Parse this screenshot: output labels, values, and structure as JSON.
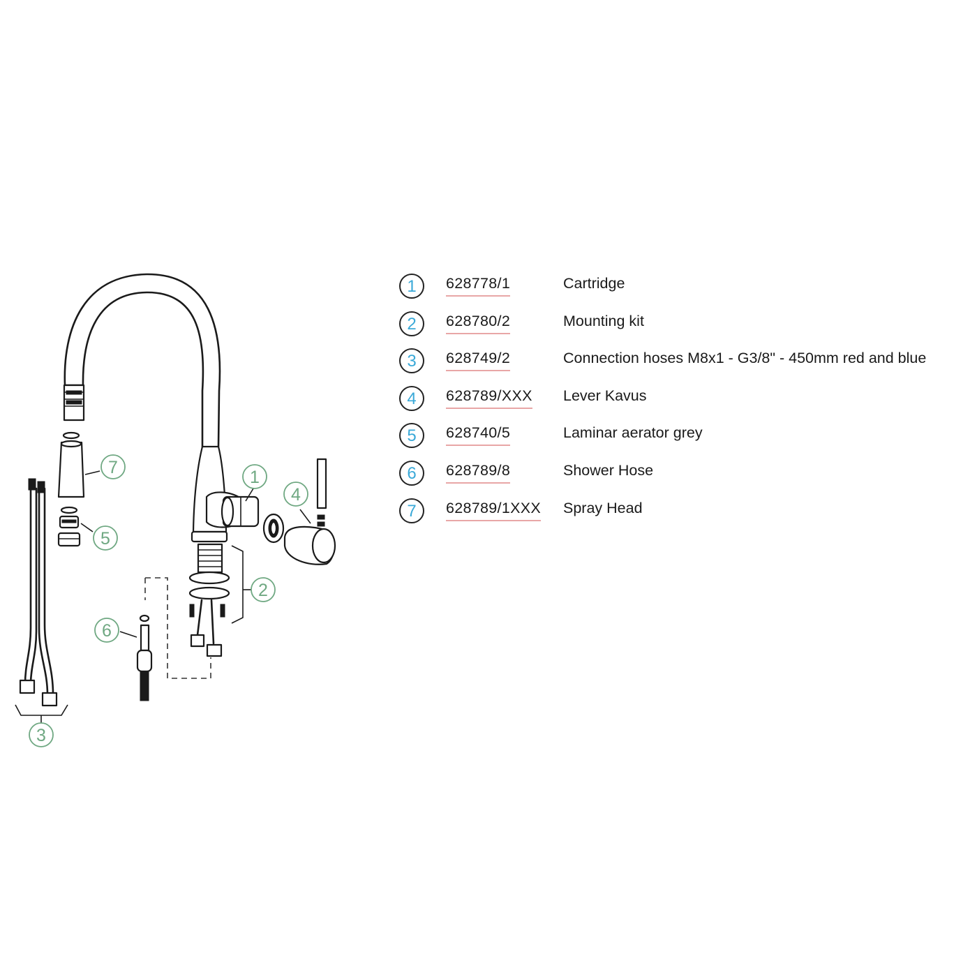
{
  "callouts": [
    "1",
    "2",
    "3",
    "4",
    "5",
    "6",
    "7"
  ],
  "parts": [
    {
      "num": "1",
      "code": "628778/1",
      "desc": "Cartridge"
    },
    {
      "num": "2",
      "code": "628780/2",
      "desc": "Mounting kit"
    },
    {
      "num": "3",
      "code": "628749/2",
      "desc": "Connection hoses M8x1 - G3/8\" - 450mm red and blue"
    },
    {
      "num": "4",
      "code": "628789/XXX",
      "desc": "Lever Kavus"
    },
    {
      "num": "5",
      "code": "628740/5",
      "desc": "Laminar aerator grey"
    },
    {
      "num": "6",
      "code": "628789/8",
      "desc": "Shower Hose"
    },
    {
      "num": "7",
      "code": "628789/1XXX",
      "desc": "Spray Head"
    }
  ],
  "colors": {
    "callout_green": "#6fa882",
    "number_blue": "#3aa9d8",
    "underline_pink": "#e8a6a6"
  }
}
